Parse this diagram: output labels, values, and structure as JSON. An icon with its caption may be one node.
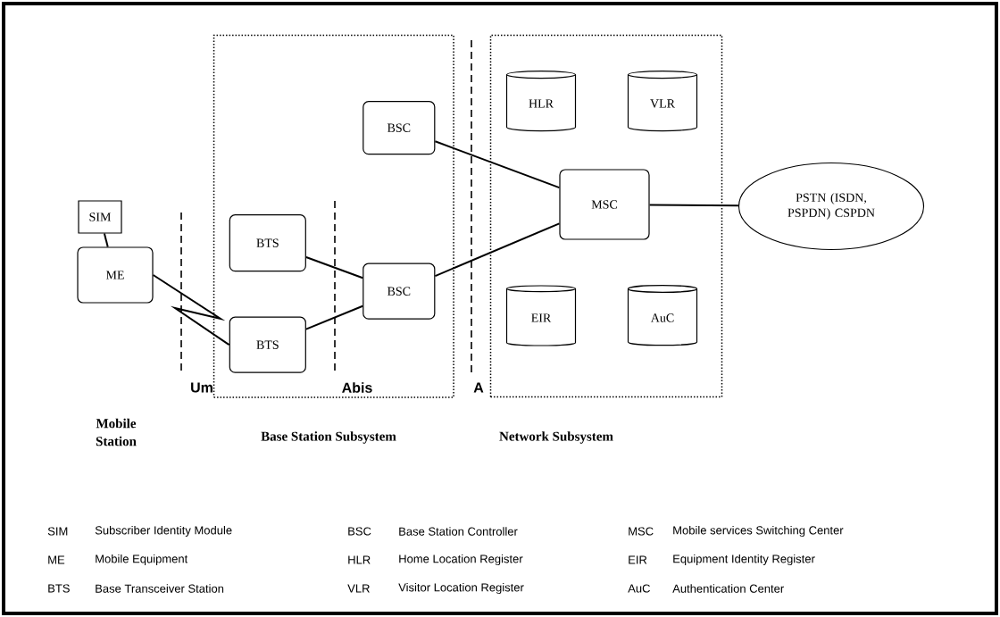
{
  "diagram": {
    "nodes": [
      {
        "text": [
          "Base Station Subsystem"
        ]
      },
      {
        "text": [
          "Network Subsystem"
        ]
      },
      {
        "text": [
          "SIM"
        ]
      },
      {
        "text": [
          "ME"
        ]
      },
      {
        "text": [
          "BTS"
        ],
        "in": 0
      },
      {
        "text": [
          "BTS"
        ],
        "in": 0
      },
      {
        "text": [
          "BSC"
        ],
        "in": 0
      },
      {
        "text": [
          "BSC"
        ],
        "in": 0
      },
      {
        "text": [
          "HLR"
        ],
        "in": 1
      },
      {
        "text": [
          "VLR"
        ],
        "in": 1
      },
      {
        "text": [
          "MSC"
        ],
        "in": 1
      },
      {
        "text": [
          "EIR"
        ],
        "in": 1
      },
      {
        "text": [
          "AuC"
        ],
        "in": 1
      },
      {
        "text": [
          "PSTN (ISDN, PSPDN) CSPDN"
        ]
      }
    ],
    "edges": [
      {
        "from": 2,
        "to": 3,
        "arrow": "none"
      },
      {
        "from": 3,
        "to": 5,
        "arrow": "none"
      },
      {
        "from": 4,
        "to": 7,
        "arrow": "none"
      },
      {
        "from": 5,
        "to": 7,
        "arrow": "none"
      },
      {
        "from": 6,
        "to": 10,
        "arrow": "none"
      },
      {
        "from": 7,
        "to": 10,
        "arrow": "none"
      },
      {
        "from": 10,
        "to": 13,
        "arrow": "none"
      }
    ],
    "labels": [
      "Um",
      "Abis",
      "A",
      "Mobile Station",
      "SIM",
      "Subscriber Identity Module",
      "BSC",
      "Base Station Controller",
      "MSC",
      "Mobile services Switching Center",
      "ME",
      "Mobile Equipment",
      "HLR",
      "Home Location Register",
      "EIR",
      "Equipment Identity Register",
      "BTS",
      "Base Transceiver Station",
      "VLR",
      "Visitor Location Register",
      "AuC",
      "Authentication Center"
    ]
  }
}
